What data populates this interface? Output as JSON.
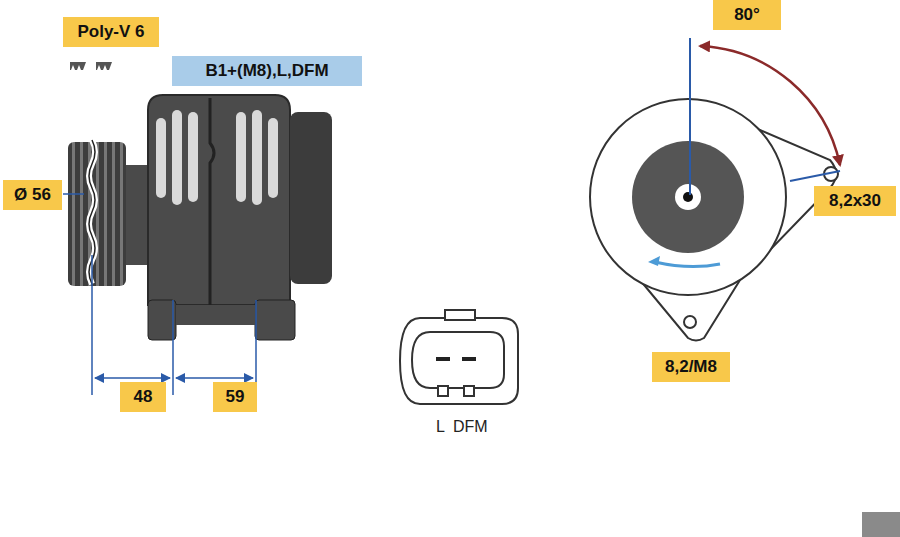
{
  "diagram": {
    "nodes": [
      {
        "text": [
          "Poly-V 6"
        ]
      },
      {
        "text": [
          "B1+(M8),L,DFM"
        ]
      },
      {
        "text": [
          "Ø 56"
        ]
      },
      {
        "text": [
          "80°"
        ]
      },
      {
        "text": [
          "8,2x30"
        ]
      },
      {
        "text": [
          "48"
        ]
      },
      {
        "text": [
          "59"
        ]
      },
      {
        "text": [
          "8,2/M8"
        ]
      }
    ],
    "labels": [
      "L",
      "DFM"
    ]
  }
}
